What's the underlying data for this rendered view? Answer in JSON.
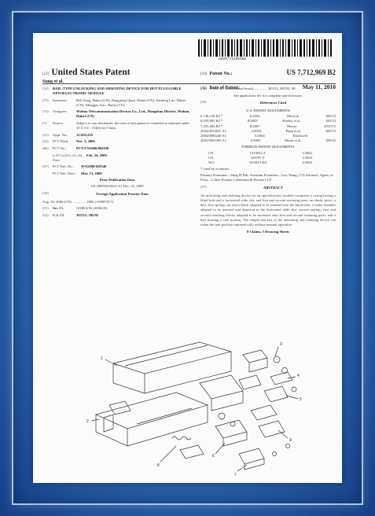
{
  "patent": {
    "barcode_number": "US007712969B2",
    "header_left": {
      "tag_12": "(12)",
      "title": "United States Patent",
      "inventor_line": "Sung et al."
    },
    "header_right": {
      "tag_10": "(10)",
      "patent_no_label": "Patent No.:",
      "patent_no": "US 7,712,969 B2",
      "tag_45": "(45)",
      "date_label": "Date of Patent:",
      "date": "May 11, 2010"
    },
    "left_fields": {
      "f54": {
        "num": "(54)",
        "value": "BAIL-TYPE UNLOCKING AND ARMATING DEVICE FOR HOT PLUGGABLE OPTOELECTRONIC MODULE"
      },
      "f75": {
        "num": "(75)",
        "label": "Inventors:",
        "value": "Bell Sung, Hubei (CN); Bangjiang Quan, Hubei (CN); Jianfeng Luo, Hubei (CN); Mingguo Gao, Hubei (CN)"
      },
      "f73": {
        "num": "(73)",
        "label": "Assignee:",
        "value": "Wuhan Telecommunication Devices Co., Ltd., Hongshan District, Wuhan, Hubei (CN)"
      },
      "f_notice": {
        "num": "(*)",
        "label": "Notice:",
        "value": "Subject to any disclaimer, the term of this patent is extended or adjusted under 35 U.S.C. 154(b) by 0 days."
      },
      "f21": {
        "num": "(21)",
        "label": "Appl. No.:",
        "value": "12/438,259"
      },
      "f22": {
        "num": "(22)",
        "label": "PCT Filed:",
        "value": "Nov. 3, 2006"
      },
      "f86": {
        "num": "(86)",
        "label": "PCT No.:",
        "value": "PCT/CN2006/002938"
      },
      "f86b": {
        "label": "§ 371 (c)(1), (2), (4) Date:",
        "value": "Feb. 24, 2009"
      },
      "f87": {
        "num": "(87)",
        "label": "PCT Pub. No.:",
        "value": "WO2008/028346"
      },
      "f87b": {
        "label": "PCT Pub. Date:",
        "value": "Mar. 13, 2008"
      },
      "f65_title": "Prior Publication Data",
      "f65_row": "US 2009/0252631 A1          Dec. 31, 2009",
      "f30_num": "(30)",
      "f30_title": "Foreign Application Priority Data",
      "f30_row": "Aug. 30, 2006   (CN) ............... 2006 2 0098737 U",
      "f51": {
        "num": "(51)",
        "label": "Int. Cl.",
        "value": "G02B 6/36          (2006.01)"
      },
      "f52": {
        "num": "(52)",
        "label": "U.S. Cl.",
        "value": "385/53; 385/92"
      }
    },
    "right_fields": {
      "f58": {
        "num": "(58)",
        "value": "Field of Classification Search .............. 385/53, 385/92, 88"
      },
      "f58b": "See application file for complete search history.",
      "f56": {
        "num": "(56)",
        "value": "References Cited"
      },
      "us_docs_title": "U.S. PATENT DOCUMENTS",
      "us_docs": [
        {
          "no": "6,746,158 B2 *",
          "date": "6/2004",
          "name": "Merrick",
          "cl": "385/53"
        },
        {
          "no": "6,935,882 B2 *",
          "date": "8/2005",
          "name": "Hanley et al.",
          "cl": "385/53"
        },
        {
          "no": "7,255,484 B2 *",
          "date": "8/2007",
          "name": "Moore",
          "cl": "439/372"
        },
        {
          "no": "2004/0033027 A1",
          "date": "2/2004",
          "name": "Pang et al.",
          "cl": "385/53"
        },
        {
          "no": "2004/0086240 A1",
          "date": "5/2004",
          "name": "Blackwell",
          "cl": ""
        },
        {
          "no": "2005/0041905 A1",
          "date": "2/2005",
          "name": "Minor et al.",
          "cl": "385/92"
        }
      ],
      "foreign_title": "FOREIGN PATENT DOCUMENTS",
      "foreign_docs": [
        {
          "c": "CN",
          "no": "1374932 A",
          "date": "1/2002"
        },
        {
          "c": "CN",
          "no": "100797 Y",
          "date": "1/2003"
        },
        {
          "c": "WO",
          "no": "WO03/1401",
          "date": "2/2003"
        }
      ],
      "cited_note": "* cited by examiner",
      "examiners": "Primary Examiner—Sung H Pak; Assistant Examiner—Guy Wang; (74) Attorney, Agent, or Firm—Cohen Pontani Lieberman & Pavane LLP",
      "f57": {
        "num": "(57)",
        "value": "ABSTRACT"
      },
      "abstract": "An unlocking and retaining device for an optoelectronic module comprises a casing having a blind hole and a horizontal slide slot, and first and second retaining parts; an elastic piece, a bail, first springs, an insert block adapted to be inserted into the blind hole; a brake member adapted to be inserted and disposed in the horizontal slide slot; second springs, first and second retaining blocks adapted to be mounted onto first and second retaining parts; and a bail forming a cam portion. The simple and fast of the unlocking and retaining device can retain the unit position automatically without manual operation.",
      "claims": "8 Claims, 5 Drawing Sheets"
    }
  },
  "colors": {
    "background_outer": "#173f86",
    "background_inner": "#5aa0d8",
    "frame": "#a9c7ea",
    "paper": "#fbfbfb"
  },
  "icons": {
    "drawing": "exploded-assembly-drawing",
    "barcode": "barcode-graphic"
  }
}
